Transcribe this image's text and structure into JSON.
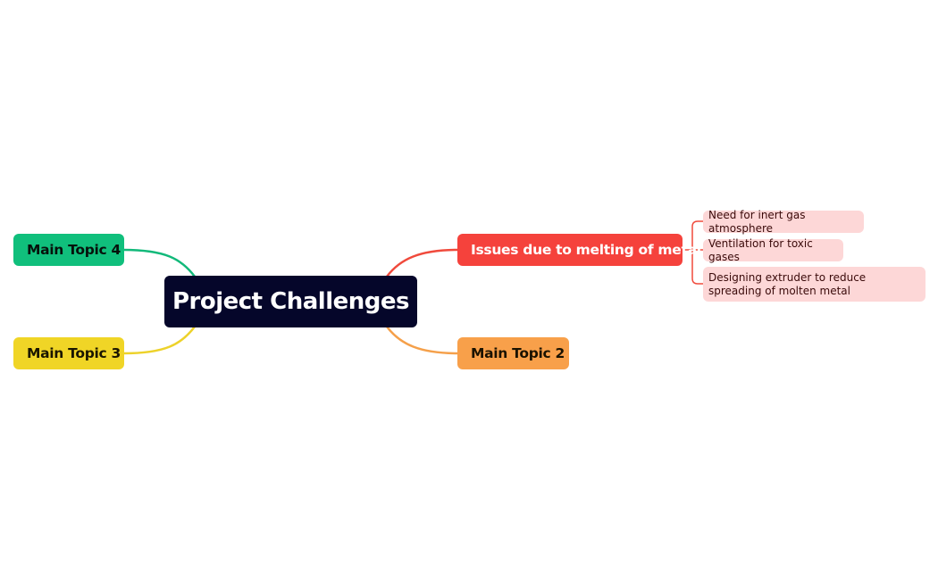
{
  "central": {
    "label": "Project Challenges",
    "background": "#05062a",
    "text_color": "#ffffff"
  },
  "topics": {
    "topic1": {
      "label": "Issues due to melting of metal",
      "background": "#f5423c",
      "text_color": "#ffffff",
      "subtopics": [
        {
          "label": "Need for inert gas atmosphere"
        },
        {
          "label": "Ventilation for toxic gases"
        },
        {
          "label": "Designing extruder to reduce spreading of molten metal"
        }
      ],
      "subtopic_background": "#fdd7d7",
      "subtopic_text_color": "#3a0a0a",
      "line_color": "#f04a3c"
    },
    "topic2": {
      "label": "Main Topic 2",
      "background": "#f8a04a",
      "text_color": "#1a1200",
      "line_color": "#f5a04a"
    },
    "topic3": {
      "label": "Main Topic 3",
      "background": "#f0d526",
      "text_color": "#1a1600",
      "line_color": "#edd22a"
    },
    "topic4": {
      "label": "Main Topic 4",
      "background": "#10bf7c",
      "text_color": "#06120c",
      "line_color": "#12b97a"
    }
  }
}
